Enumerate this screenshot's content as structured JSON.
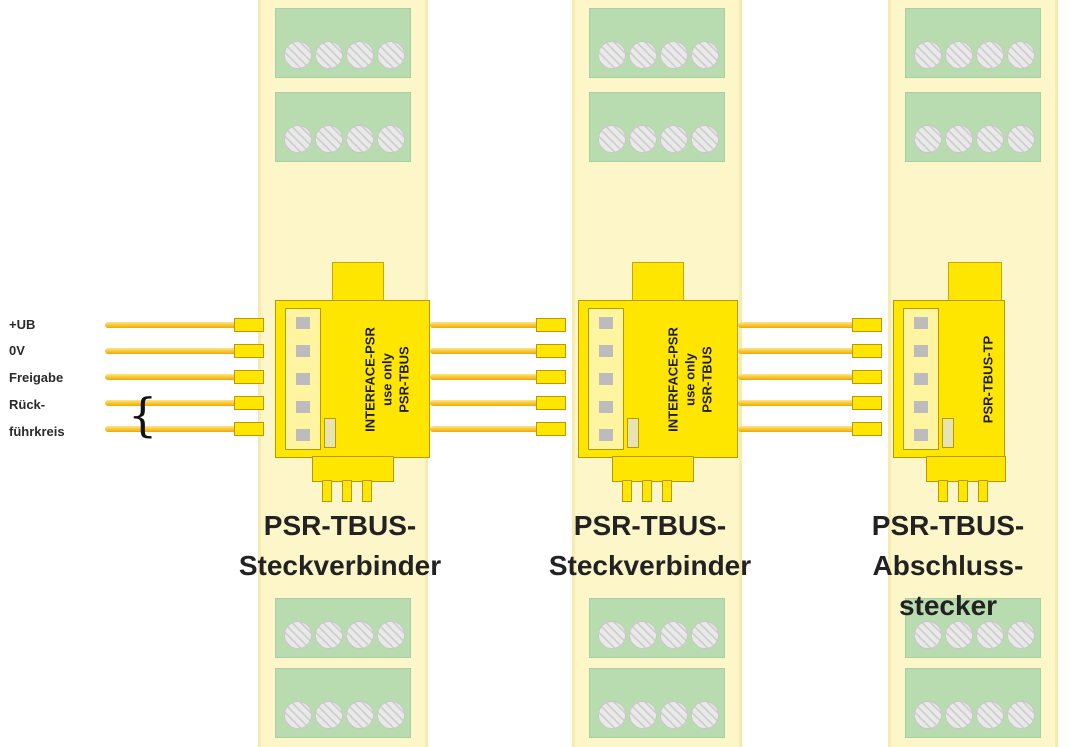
{
  "signals": [
    "+UB",
    "0V",
    "Freigabe",
    "Rück-",
    "führkreis"
  ],
  "connectors": [
    {
      "text_lines": [
        "INTERFACE-PSR",
        "use only",
        "PSR-TBUS"
      ]
    },
    {
      "text_lines": [
        "INTERFACE-PSR",
        "use only",
        "PSR-TBUS"
      ]
    },
    {
      "text_lines": [
        "PSR-TBUS-TP"
      ]
    }
  ],
  "captions": [
    {
      "line1": "PSR-TBUS-",
      "line2": "Steckverbinder",
      "line3": ""
    },
    {
      "line1": "PSR-TBUS-",
      "line2": "Steckverbinder",
      "line3": ""
    },
    {
      "line1": "PSR-TBUS-",
      "line2": "Abschluss-",
      "line3": "stecker"
    }
  ],
  "colors": {
    "connector": "#ffe600",
    "module": "#fcf6c8",
    "terminal_block": "#b9dbb0",
    "wire": "#f5b800"
  }
}
